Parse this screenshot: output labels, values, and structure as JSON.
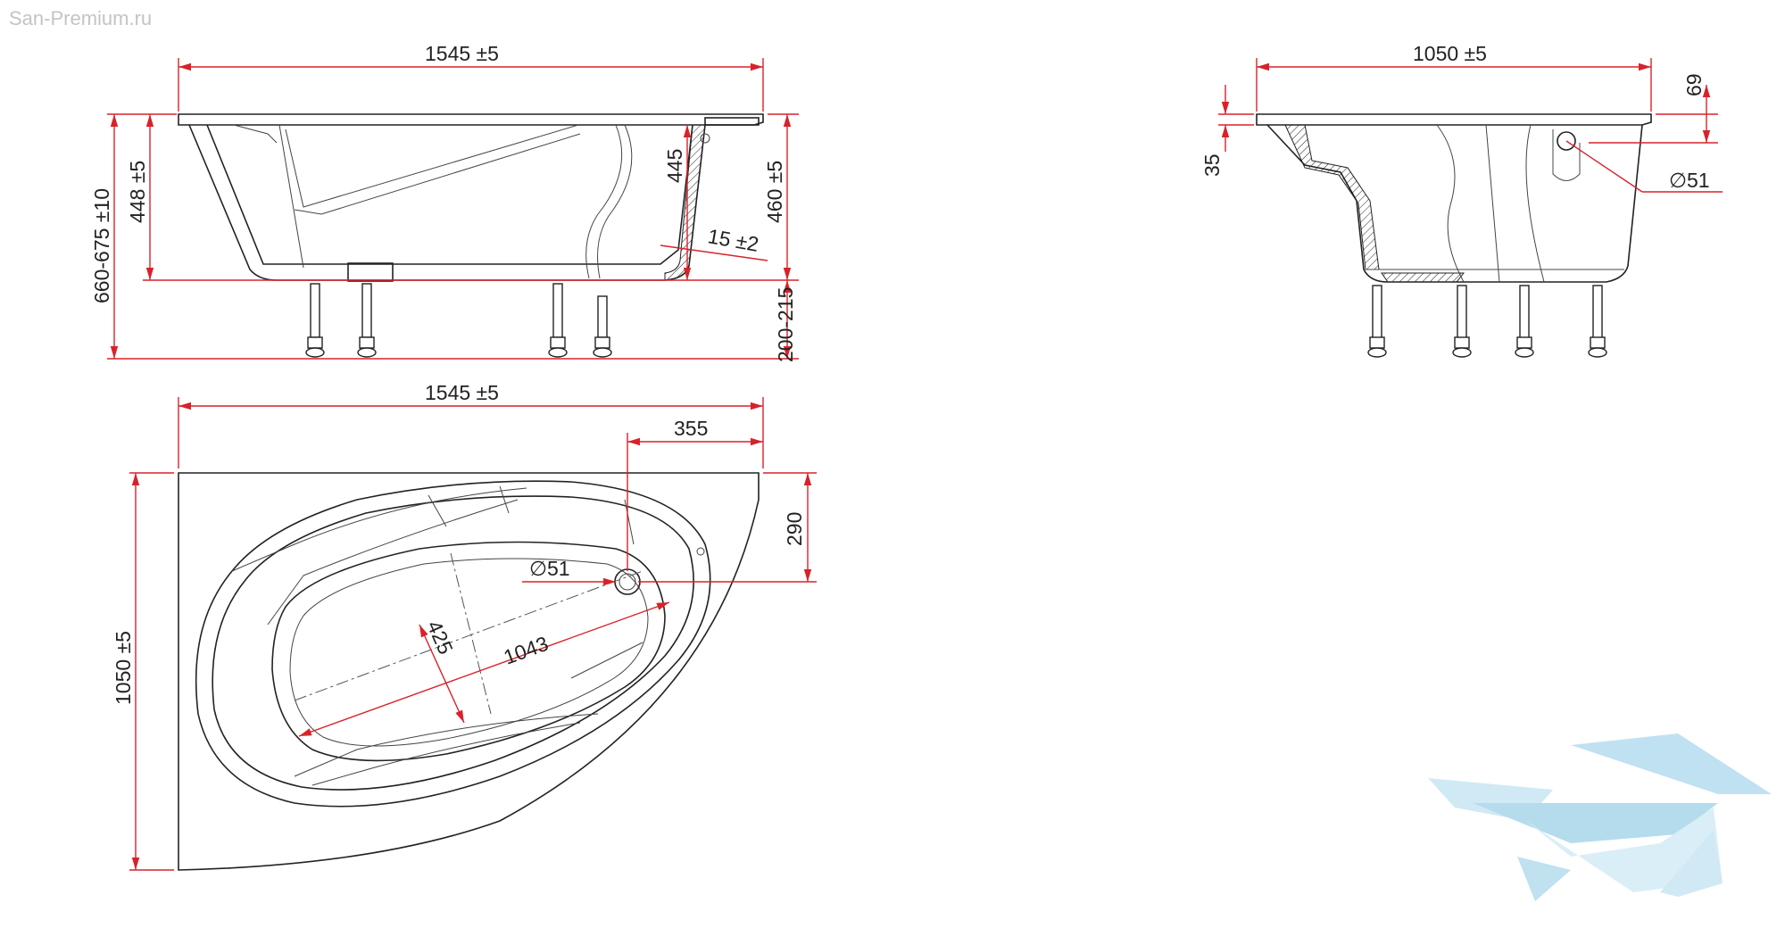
{
  "watermark": "San-Premium.ru",
  "side_view": {
    "length": "1545 ±5",
    "total_height": "660-675 ±10",
    "inner_depth": "448 ±5",
    "depth": "445",
    "body_height": "460 ±5",
    "leg_height": "200-215",
    "slope": "15 ±2"
  },
  "end_view": {
    "width": "1050 ±5",
    "rim": "69",
    "offset": "35",
    "drain": "51"
  },
  "plan_view": {
    "length": "1545 ±5",
    "drain_x": "355",
    "drain_y": "290",
    "width": "1050 ±5",
    "drain": "51",
    "inner_width": "425",
    "inner_length": "1043"
  },
  "colors": {
    "dimension": "#d8222a",
    "outline": "#222222",
    "logo": "#a9d6ea"
  },
  "logo": {
    "name": "brand-logo"
  }
}
